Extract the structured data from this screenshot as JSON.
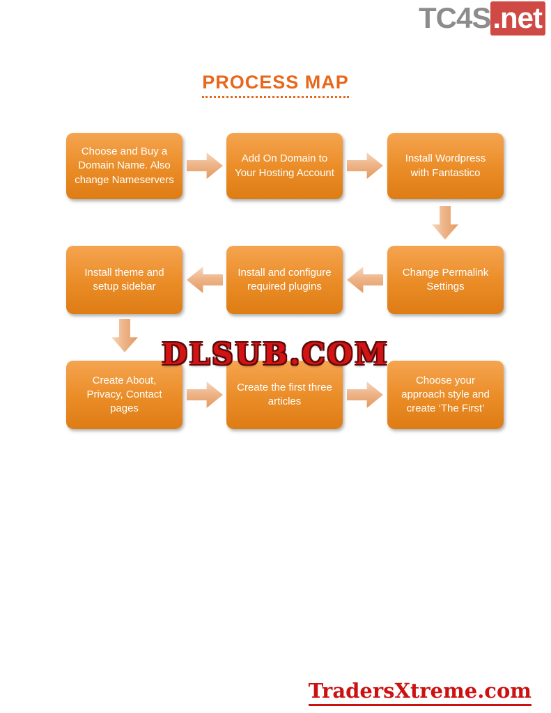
{
  "title": "PROCESS MAP",
  "brand_top": {
    "name": "TC4S",
    "tld": ".net"
  },
  "watermark_center": "DLSUB.COM",
  "brand_bottom": "TradersXtreme.com",
  "flow": {
    "boxes": [
      {
        "label": "Choose and Buy a Domain Name. Also change Nameservers"
      },
      {
        "label": "Add On Domain to Your Hosting Account"
      },
      {
        "label": "Install Wordpress with Fantastico"
      },
      {
        "label": "Install theme and setup sidebar"
      },
      {
        "label": "Install and configure required plugins"
      },
      {
        "label": "Change Permalink Settings"
      },
      {
        "label": "Create About, Privacy, Contact pages"
      },
      {
        "label": "Create the first three articles"
      },
      {
        "label": "Choose your approach style and create ‘The First’"
      }
    ]
  },
  "colors": {
    "box_orange": "#E8871F",
    "arrow_peach": "#EEB58A",
    "title_orange": "#E8671B",
    "watermark_red": "#CC1111",
    "brand_gray": "#8C8C8C"
  }
}
